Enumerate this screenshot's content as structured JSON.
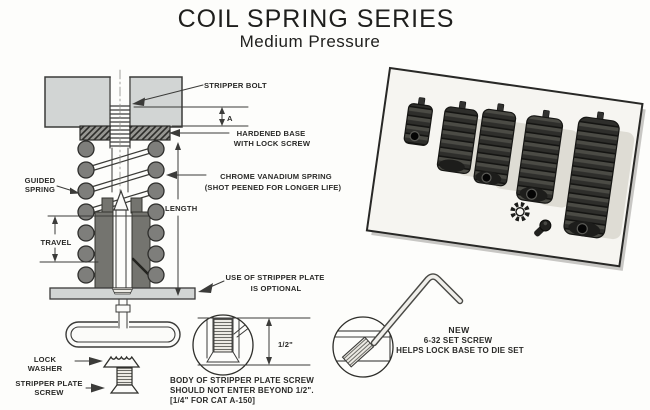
{
  "page": {
    "title": "COIL SPRING SERIES",
    "subtitle": "Medium Pressure"
  },
  "cross_section": {
    "labels": {
      "stripper_bolt": "STRIPPER BOLT",
      "dim_a": "A",
      "hardened_base_line1": "HARDENED BASE",
      "hardened_base_line2": "WITH LOCK SCREW",
      "chrome_line1": "CHROME VANADIUM SPRING",
      "chrome_line2": "(SHOT PEENED FOR LONGER LIFE)",
      "guided_line1": "GUIDED",
      "guided_line2": "SPRING",
      "length": "LENGTH",
      "travel": "TRAVEL",
      "optional_line1": "USE OF STRIPPER PLATE",
      "optional_line2": "IS OPTIONAL",
      "lock_washer_line1": "LOCK",
      "lock_washer_line2": "WASHER",
      "plate_screw_line1": "STRIPPER PLATE",
      "plate_screw_line2": "SCREW",
      "half_inch": "1/2\"",
      "screw_note_line1": "BODY OF STRIPPER PLATE SCREW",
      "screw_note_line2": "SHOULD NOT ENTER BEYOND 1/2\".",
      "screw_note_line3": "[1/4\" FOR CAT A-150]"
    }
  },
  "set_screw_callout": {
    "badge": "NEW",
    "line1": "6-32 SET SCREW",
    "line2": "HELPS LOCK BASE TO DIE SET"
  },
  "photo": {
    "spring_count": 5
  },
  "colors": {
    "paper": "#fdfdfb",
    "ink": "#35352f",
    "block_gray": "#d2d5d4",
    "guide_gray": "#74746f",
    "hatch_gray": "#969692",
    "photo_bg": "#f6f5f1",
    "spring_dark": "#2e2e2b"
  }
}
